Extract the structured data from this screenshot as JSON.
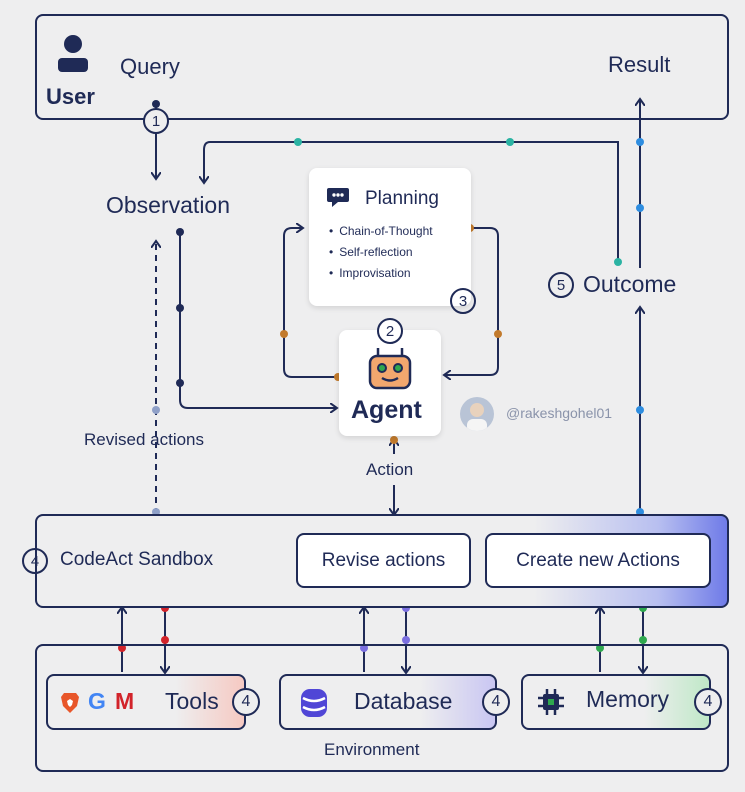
{
  "top": {
    "query": "Query",
    "user": "User",
    "result": "Result"
  },
  "observation": "Observation",
  "planning": {
    "title": "Planning",
    "items": [
      "Chain-of-Thought",
      "Self-reflection",
      "Improvisation"
    ]
  },
  "agent": {
    "label": "Agent",
    "handle": "@rakeshgohel01"
  },
  "outcome": "Outcome",
  "revised_actions": "Revised actions",
  "action": "Action",
  "sandbox": {
    "label": "CodeAct Sandbox",
    "revise": "Revise actions",
    "create": "Create new Actions"
  },
  "environment": {
    "label": "Environment",
    "tools": "Tools",
    "tools_logos": [
      "G",
      "M"
    ],
    "database": "Database",
    "memory": "Memory"
  },
  "steps": {
    "one": "1",
    "two": "2",
    "three": "3",
    "four": "4",
    "five": "5"
  },
  "colors": {
    "navy": "#1f2a56",
    "teal": "#2bb3a3",
    "orange": "#c27a2c",
    "blue": "#2e8de0",
    "red": "#d2232a",
    "purple": "#7b6fe0",
    "green": "#2fa84f"
  },
  "icons": [
    "user-icon",
    "planning-chat-icon",
    "robot-icon",
    "avatar",
    "brave-icon",
    "google-icon",
    "gmail-icon",
    "database-icon",
    "chip-icon"
  ]
}
